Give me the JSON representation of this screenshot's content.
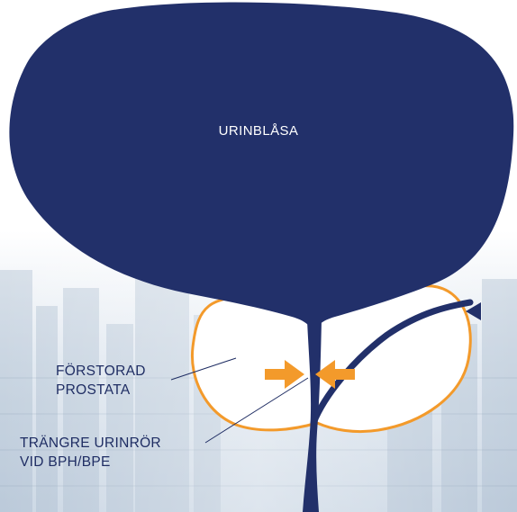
{
  "labels": {
    "bladder": "URINBLÅSA",
    "prostate": [
      "FÖRSTORAD",
      "PROSTATA"
    ],
    "urethra": [
      "TRÄNGRE URINRÖR",
      "VID BPH/BPE"
    ]
  },
  "colors": {
    "organ": "#22306a",
    "prostate_outline": "#f39a2b",
    "arrow": "#f39a2b",
    "background_image_tint": "#c9d6e4",
    "prostate_label_text": "#1f2d63"
  },
  "icons": {
    "left_arrow": "arrow-right-icon",
    "right_arrow": "arrow-left-icon"
  }
}
